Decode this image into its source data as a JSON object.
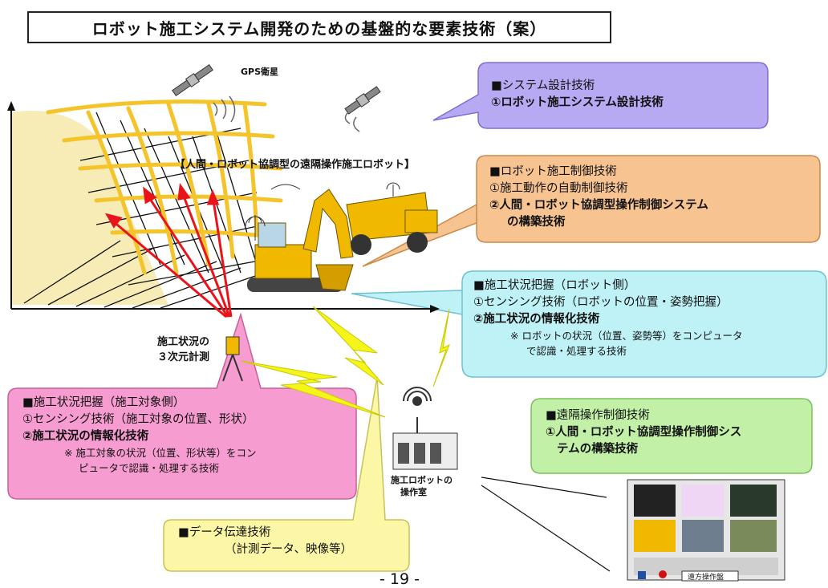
{
  "title": "ロボット施工システム開発のための基盤的な要素技術（案）",
  "labels": {
    "gps": "GPS衛星",
    "robot_title": "【人間・ロボット協調型の遠隔操作施工ロボット】",
    "measure_line1": "施工状況の",
    "measure_line2": "３次元計測",
    "station_line1": "施工ロボットの",
    "station_line2": "操作室",
    "panel_button": "遠方操作盤"
  },
  "boxes": {
    "system_design": {
      "heading": "■システム設計技術",
      "item1": "①ロボット施工システム設計技術"
    },
    "robot_control": {
      "heading": "■ロボット施工制御技術",
      "item1": "①施工動作の自動制御技術",
      "item2a": "②人間・ロボット協調型操作制御システム",
      "item2b": "の構築技術"
    },
    "robot_status": {
      "heading": "■施工状況把握（ロボット側）",
      "item1": "①センシング技術（ロボットの位置・姿勢把握）",
      "item2": "②施工状況の情報化技術",
      "note1": "※ ロボットの状況（位置、姿勢等）をコンピュータ",
      "note2": "で認識・処理する技術"
    },
    "target_status": {
      "heading": "■施工状況把握（施工対象側）",
      "item1": "①センシング技術（施工対象の位置、形状）",
      "item2": "②施工状況の情報化技術",
      "note1": "※ 施工対象の状況（位置、形状等）をコン",
      "note2": "ピュータで認識・処理する技術"
    },
    "remote_control": {
      "heading": "■遠隔操作制御技術",
      "item1a": "①人間・ロボット協調型操作制御シス",
      "item1b": "テムの構築技術"
    },
    "data_transfer": {
      "heading": "■データ伝達技術",
      "item1": "（計測データ、映像等）"
    }
  },
  "page_number": "- 19 -",
  "colors": {
    "system_design": "#b7a9f2",
    "robot_control": "#f6c391",
    "robot_status": "#bff2f7",
    "target_status": "#f79cd0",
    "remote_control": "#c2f0a7",
    "data_transfer": "#fbf7a6",
    "grid_yellow": "#f5c42a",
    "machine_yellow": "#f1b800"
  }
}
